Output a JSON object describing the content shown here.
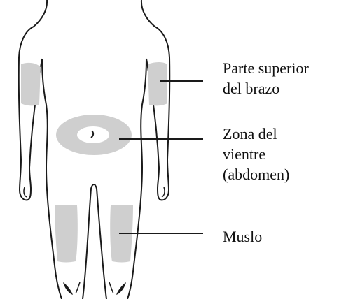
{
  "labels": {
    "arm": [
      "Parte superior",
      "del brazo"
    ],
    "abdomen": [
      "Zona del",
      "vientre",
      "(abdomen)"
    ],
    "thigh": [
      "Muslo"
    ]
  },
  "colors": {
    "outline": "#1a1a1a",
    "injection_zone": "#cfcfcf",
    "skin": "#ffffff"
  }
}
